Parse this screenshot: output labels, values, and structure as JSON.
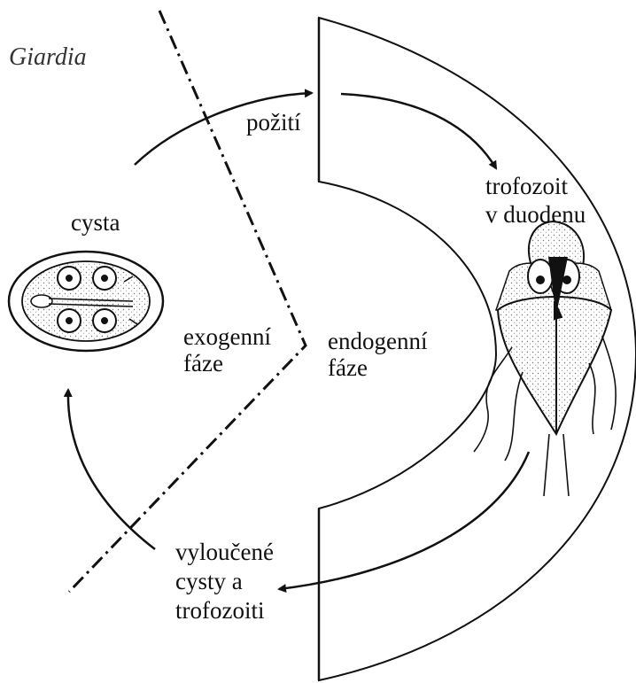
{
  "title": "Giardia",
  "labels": {
    "ingestion": "požití",
    "trophozoite": [
      "trofozoit",
      "v duodenu"
    ],
    "cyst": "cysta",
    "exogenous": [
      "exogenní",
      "fáze"
    ],
    "endogenous": [
      "endogenní",
      "fáze"
    ],
    "excreted": [
      "vyloučené",
      "cysty a",
      "trofozoiti"
    ]
  },
  "icons": {
    "cyst": "giardia-cyst-icon",
    "trophozoite": "giardia-trophozoite-icon"
  },
  "colors": {
    "ink": "#111111",
    "stipple": "#d9d9d9",
    "background": "#ffffff"
  }
}
